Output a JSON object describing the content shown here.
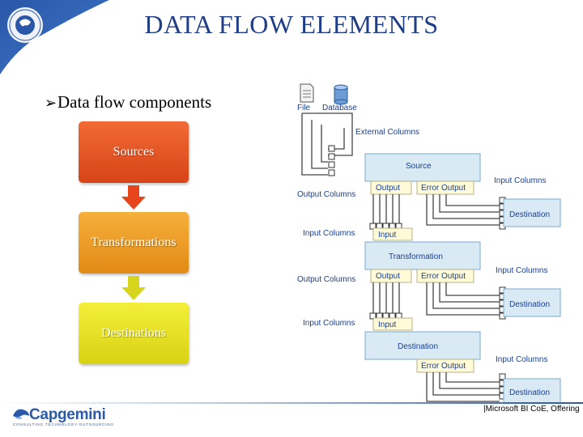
{
  "title": "DATA FLOW ELEMENTS",
  "bullet": {
    "marker": "➢",
    "text": "Data flow components"
  },
  "flow": {
    "sources": "Sources",
    "transformations": "Transformations",
    "destinations": "Destinations"
  },
  "diagram": {
    "file": "File",
    "database": "Database",
    "external_columns": "External Columns",
    "source": "Source",
    "output": "Output",
    "error_output": "Error Output",
    "input_columns": "Input Columns",
    "output_columns": "Output Columns",
    "destination": "Destination",
    "input": "Input",
    "transformation": "Transformation"
  },
  "footer": {
    "logo": "Capgemini",
    "tagline": "CONSULTING.TECHNOLOGY.OUTSOURCING",
    "note": "|Microsoft BI CoE, Offering"
  },
  "colors": {
    "title": "#1f3e86",
    "diagram_box": "#d9eaf5",
    "port_box": "#fffbd8",
    "brand": "#2b5aa8"
  }
}
